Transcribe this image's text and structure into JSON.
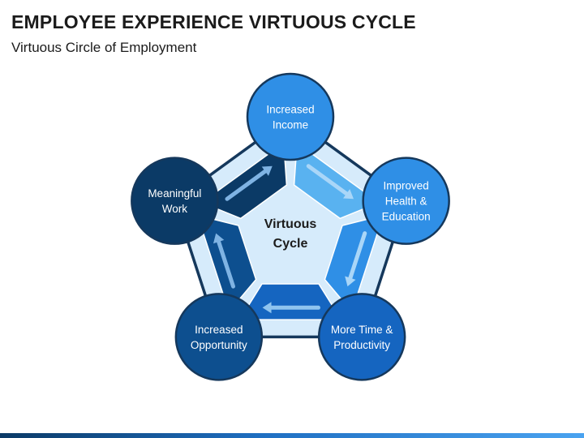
{
  "header": {
    "title": "EMPLOYEE EXPERIENCE VIRTUOUS CYCLE",
    "subtitle": "Virtuous Circle of Employment"
  },
  "diagram": {
    "center": {
      "line1": "Virtuous",
      "line2": "Cycle"
    },
    "nodes": [
      {
        "lines": [
          "Increased",
          "Income"
        ],
        "color": "#2f8fe6"
      },
      {
        "lines": [
          "Improved",
          "Health &",
          "Education"
        ],
        "color": "#2f8fe6"
      },
      {
        "lines": [
          "More Time &",
          "Productivity"
        ],
        "color": "#1565c0"
      },
      {
        "lines": [
          "Increased",
          "Opportunity"
        ],
        "color": "#0d4f8f"
      },
      {
        "lines": [
          "Meaningful",
          "Work"
        ],
        "color": "#0b3a66"
      }
    ],
    "colors": {
      "pentagon_fill": "#d6ebfb",
      "pentagon_stroke": "#15385c",
      "node_border": "#ffffff"
    }
  }
}
